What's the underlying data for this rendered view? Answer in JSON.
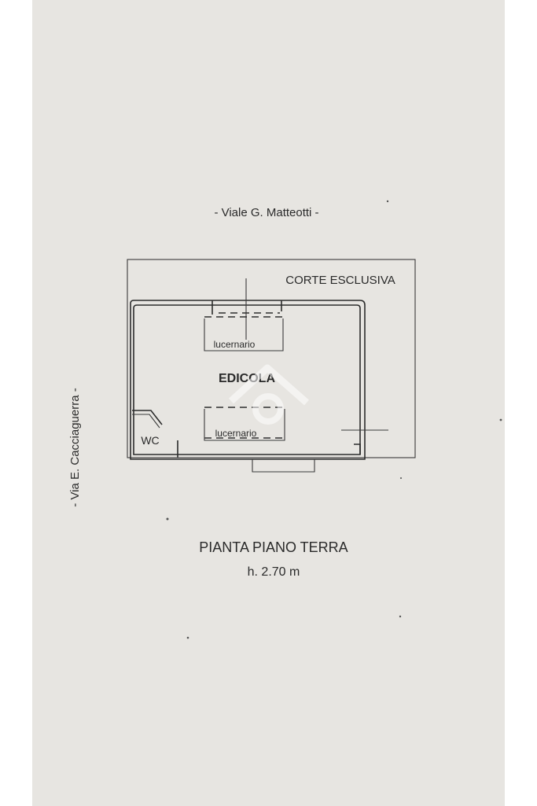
{
  "street_top": "- Viale G. Matteotti -",
  "street_left": "- Via E. Cacciaguerra -",
  "courtyard": "CORTE ESCLUSIVA",
  "room_main": "EDICOLA",
  "skylight_1": "lucernario",
  "skylight_2": "lucernario",
  "room_wc": "WC",
  "plan_title": "PIANTA PIANO TERRA",
  "plan_height": "h. 2.70 m",
  "colors": {
    "paper": "#e7e5e1",
    "ink": "#2a2a2a",
    "watermark": "#ffffff"
  }
}
